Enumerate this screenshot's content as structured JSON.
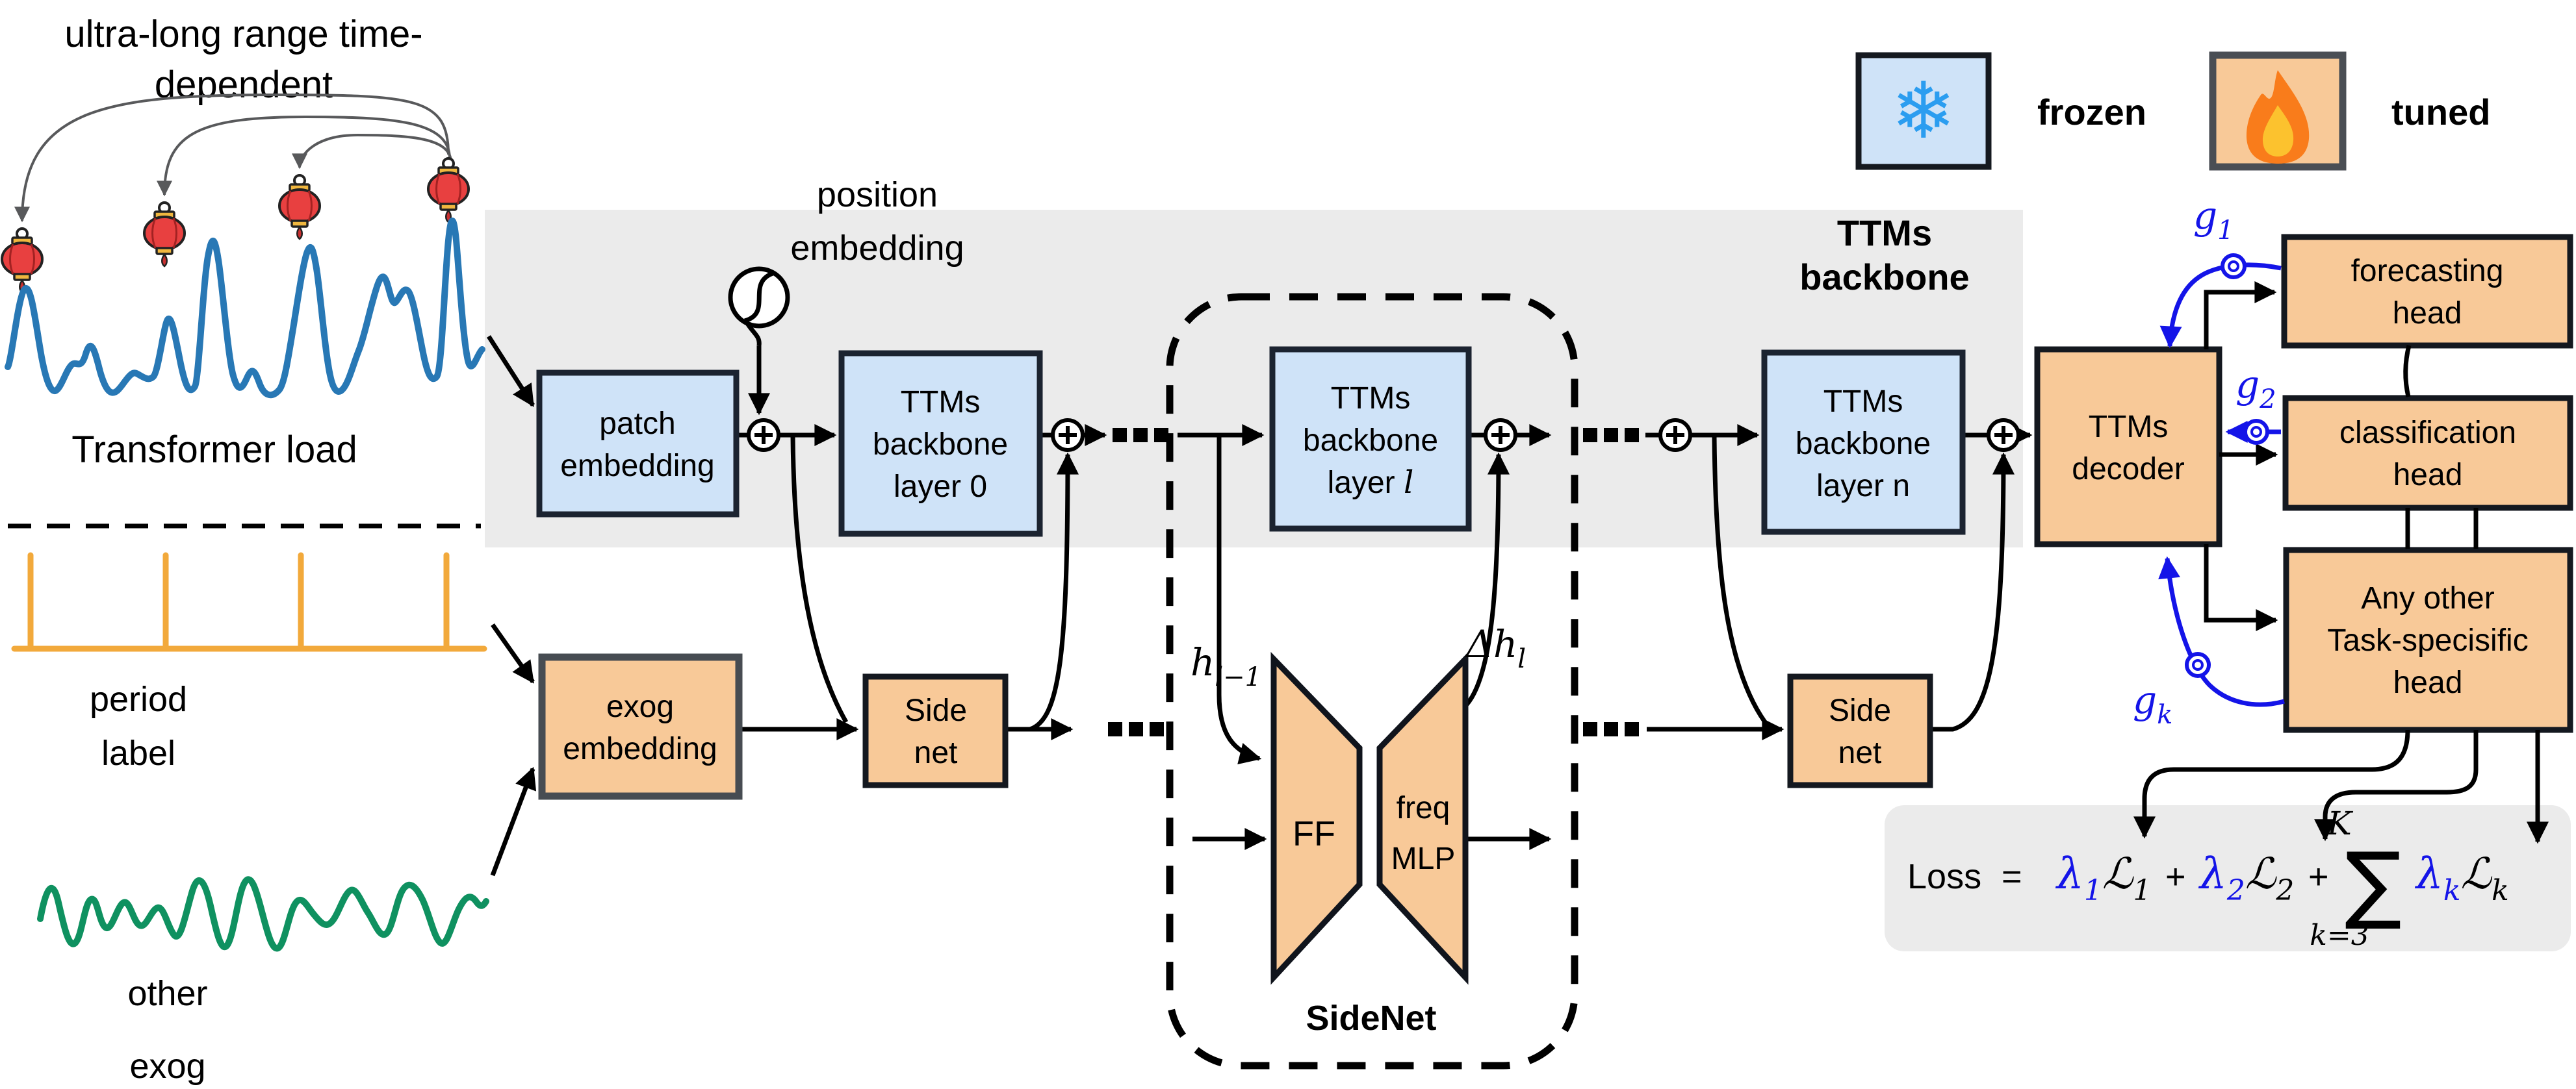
{
  "annotation": {
    "line1": "ultra-long range time-",
    "line2": "dependent"
  },
  "inputs": {
    "load_label": "Transformer load",
    "period": {
      "line1": "period",
      "line2": "label"
    },
    "other_exog": {
      "line1": "other",
      "line2": "exog"
    },
    "colors": {
      "load_series": "#2878b5",
      "period_series": "#f2a93b",
      "exog_series": "#0f9160",
      "lantern_red": "#e84040"
    }
  },
  "position_embedding": {
    "line1": "position",
    "line2": "embedding"
  },
  "backbone": {
    "title1": "TTMs",
    "title2": "backbone",
    "band_color": "#ebebeb",
    "patch": {
      "line1": "patch",
      "line2": "embedding"
    },
    "layer0": {
      "line1": "TTMs",
      "line2": "backbone",
      "line3": "layer 0"
    },
    "layerl": {
      "line1": "TTMs",
      "line2": "backbone",
      "line3_prefix": "layer ",
      "line3_var": "l"
    },
    "layern": {
      "line1": "TTMs",
      "line2": "backbone",
      "line3": "layer n"
    }
  },
  "sidenet": {
    "title": "SideNet",
    "ff": "FF",
    "freq": {
      "line1": "freq",
      "line2": "MLP"
    },
    "h_in": {
      "base": "h",
      "sub": "l−1"
    },
    "h_out": {
      "base": "Δh",
      "sub": "l"
    }
  },
  "side_block": {
    "line1": "Side",
    "line2": "net"
  },
  "exog_embedding": {
    "line1": "exog",
    "line2": "embedding"
  },
  "decoder": {
    "line1": "TTMs",
    "line2": "decoder"
  },
  "heads": {
    "forecasting": {
      "line1": "forecasting",
      "line2": "head"
    },
    "classification": {
      "line1": "classification",
      "line2": "head"
    },
    "other": {
      "line1": "Any other",
      "line2": "Task-specisific",
      "line3": "head"
    }
  },
  "gates": {
    "g1": {
      "base": "g",
      "sub": "1"
    },
    "g2": {
      "base": "g",
      "sub": "2"
    },
    "gk": {
      "base": "g",
      "sub": "k"
    },
    "color": "#1414e8"
  },
  "legend": {
    "frozen": "frozen",
    "tuned": "tuned",
    "snowflake": "❄",
    "snowflake_color": "#2b9df0"
  },
  "loss": {
    "label": "Loss",
    "eq": "=",
    "t1": {
      "lambda": "λ",
      "lsub": "1",
      "L": "ℒ",
      "Lsub": "1"
    },
    "plus1": "+",
    "t2": {
      "lambda": "λ",
      "lsub": "2",
      "L": "ℒ",
      "Lsub": "2"
    },
    "plus2": "+",
    "sum": {
      "sigma": "∑",
      "upper": "K",
      "lower": "k=3"
    },
    "tk": {
      "lambda": "λ",
      "lsub": "k",
      "L": "ℒ",
      "Lsub": "k"
    }
  }
}
